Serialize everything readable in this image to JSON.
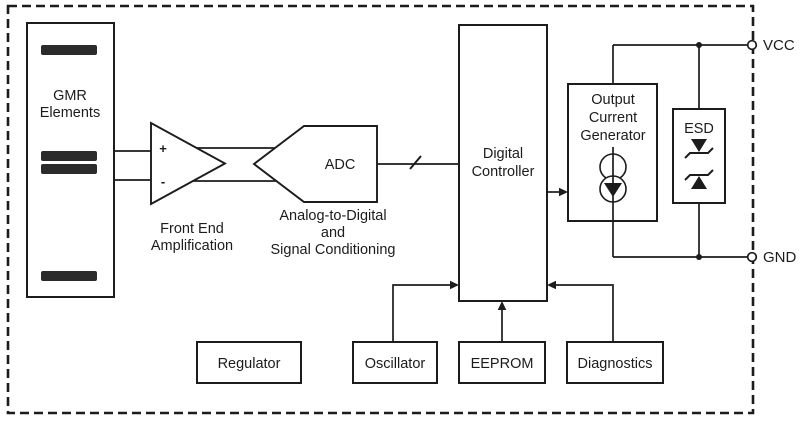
{
  "diagram": {
    "type": "block-diagram",
    "blocks": {
      "gmr": {
        "label_line1": "GMR",
        "label_line2": "Elements"
      },
      "frontend": {
        "plus": "+",
        "minus": "-",
        "caption_line1": "Front End",
        "caption_line2": "Amplification"
      },
      "adc": {
        "label": "ADC",
        "caption_line1": "Analog-to-Digital",
        "caption_line2": "and",
        "caption_line3": "Signal Conditioning"
      },
      "controller": {
        "label_line1": "Digital",
        "label_line2": "Controller"
      },
      "ocg": {
        "label_line1": "Output",
        "label_line2": "Current",
        "label_line3": "Generator"
      },
      "esd": {
        "label": "ESD"
      },
      "regulator": {
        "label": "Regulator"
      },
      "oscillator": {
        "label": "Oscillator"
      },
      "eeprom": {
        "label": "EEPROM"
      },
      "diagnostics": {
        "label": "Diagnostics"
      }
    },
    "pins": {
      "vcc": "VCC",
      "gnd": "GND"
    },
    "colors": {
      "line": "#1c1c1c",
      "bar": "#2b2b2b",
      "background": "#ffffff"
    }
  }
}
